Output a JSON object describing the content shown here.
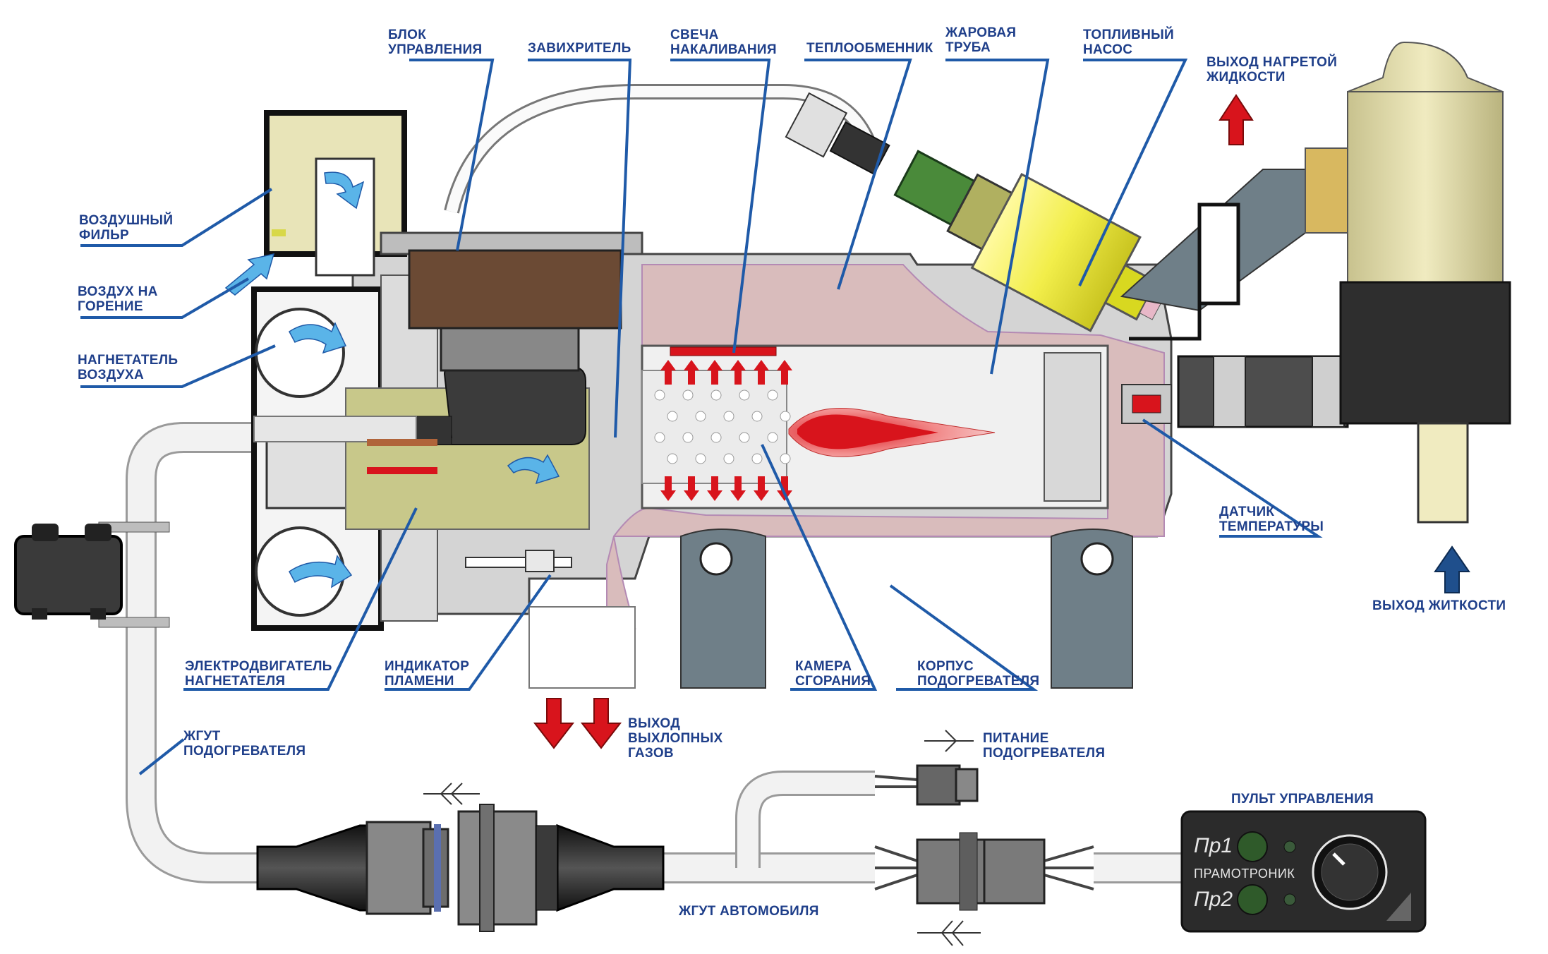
{
  "colors": {
    "label": "#1f3f8a",
    "leader": "#1f5aa8",
    "hot_arrow": "#d8141c",
    "cold_arrow": "#1f4f8c",
    "air_arrow": "#5ab4e8",
    "fuel_pump": "#f2ee4a",
    "control_unit": "#6b4a34",
    "heat_exchanger": "#d9bcbc",
    "body_gray": "#c4c4c4",
    "bracket": "#6f7f88",
    "panel": "#2b2b2b"
  },
  "labels": {
    "air_filter": [
      "ВОЗДУШНЫЙ",
      "ФИЛЬР"
    ],
    "combustion_air": [
      "ВОЗДУХ НА",
      "ГОРЕНИЕ"
    ],
    "blower": [
      "НАГНЕТАТЕЛЬ",
      "ВОЗДУХА"
    ],
    "blower_motor": [
      "ЭЛЕКТРОДВИГАТЕЛЬ",
      "НАГНЕТАТЕЛЯ"
    ],
    "flame_indicator": [
      "ИНДИКАТОР",
      "ПЛАМЕНИ"
    ],
    "control_unit": [
      "БЛОК",
      "УПРАВЛЕНИЯ"
    ],
    "swirler": [
      "ЗАВИХРИТЕЛЬ"
    ],
    "glow_plug": [
      "СВЕЧА",
      "НАКАЛИВАНИЯ"
    ],
    "heat_exchanger": [
      "ТЕПЛООБМЕННИК"
    ],
    "flame_tube": [
      "ЖАРОВАЯ",
      "ТРУБА"
    ],
    "fuel_pump": [
      "ТОПЛИВНЫЙ",
      "НАСОС"
    ],
    "hot_outlet": [
      "ВЫХОД НАГРЕТОЙ",
      "ЖИДКОСТИ"
    ],
    "temp_sensor": [
      "ДАТЧИК",
      "ТЕМПЕРАТУРЫ"
    ],
    "liquid_outlet": [
      "ВЫХОД ЖИТКОСТИ"
    ],
    "combustion_chamber": [
      "КАМЕРА",
      "СГОРАНИЯ"
    ],
    "heater_body": [
      "КОРПУС",
      "ПОДОГРЕВАТЕЛЯ"
    ],
    "exhaust": [
      "ВЫХОД",
      "ВЫХЛОПНЫХ",
      "ГАЗОВ"
    ],
    "heater_harness": [
      "ЖГУТ",
      "ПОДОГРЕВАТЕЛЯ"
    ],
    "heater_power": [
      "ПИТАНИЕ",
      "ПОДОГРЕВАТЕЛЯ"
    ],
    "control_panel": [
      "ПУЛЬТ УПРАВЛЕНИЯ"
    ],
    "vehicle_harness": [
      "ЖГУТ АВТОМОБИЛЯ"
    ]
  },
  "control_panel": {
    "program1": "Пр1",
    "program2": "Пр2",
    "brand": "ПРАМОТРОНИК"
  }
}
